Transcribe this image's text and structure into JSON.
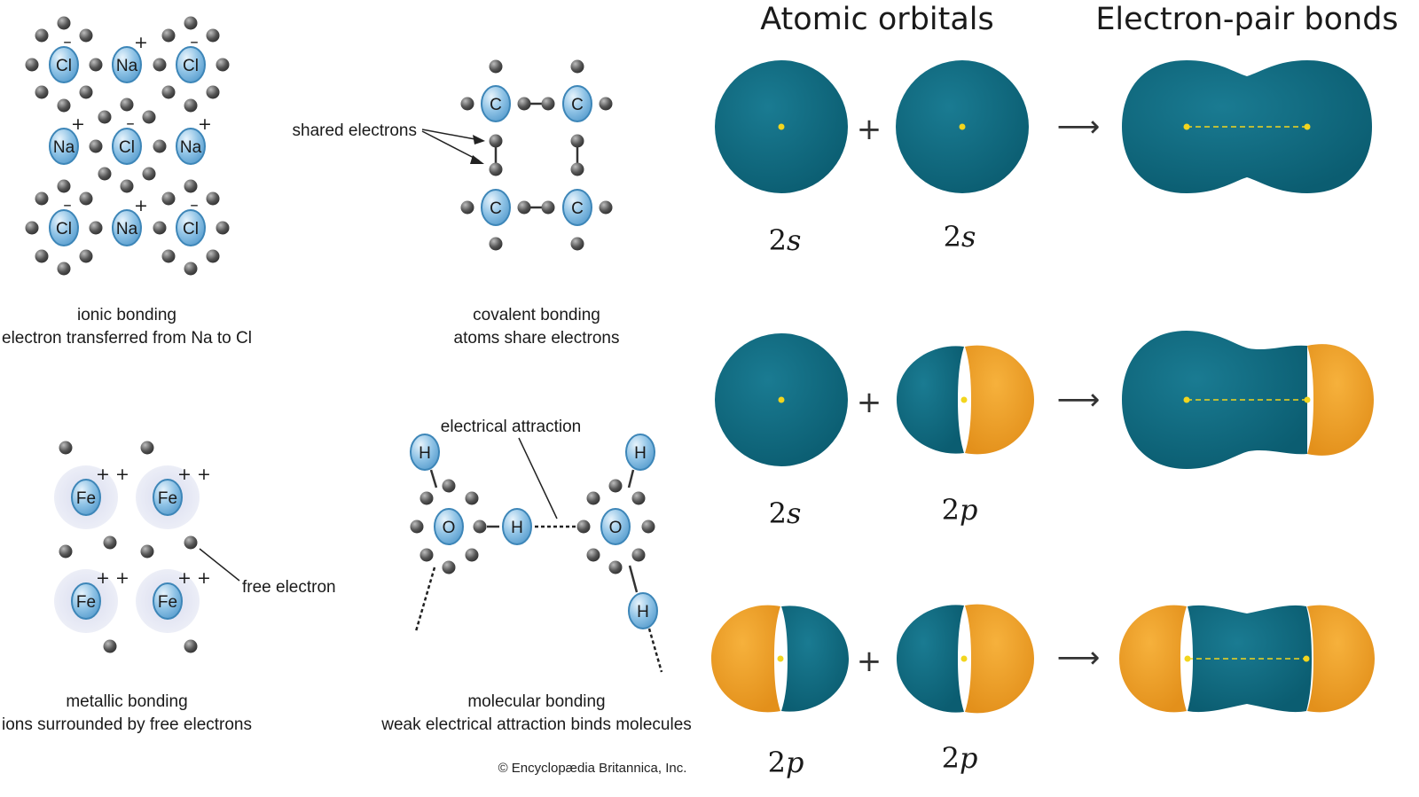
{
  "panels": {
    "ionic": {
      "line1": "ionic bonding",
      "line2": "electron transferred from Na to Cl",
      "atoms": [
        {
          "label": "Cl",
          "charge": "–"
        },
        {
          "label": "Na",
          "charge": "+"
        },
        {
          "label": "Cl",
          "charge": "–"
        },
        {
          "label": "Na",
          "charge": "+"
        },
        {
          "label": "Cl",
          "charge": "–"
        },
        {
          "label": "Na",
          "charge": "+"
        },
        {
          "label": "Cl",
          "charge": "–"
        },
        {
          "label": "Na",
          "charge": "+"
        },
        {
          "label": "Cl",
          "charge": "–"
        }
      ]
    },
    "covalent": {
      "line1": "covalent bonding",
      "line2": "atoms share electrons",
      "callout": "shared electrons",
      "atoms": [
        "C",
        "C",
        "C",
        "C"
      ]
    },
    "metallic": {
      "line1": "metallic bonding",
      "line2": "ions surrounded by free electrons",
      "callout": "free electron",
      "atoms": [
        {
          "label": "Fe",
          "charge": "+ +"
        },
        {
          "label": "Fe",
          "charge": "+ +"
        },
        {
          "label": "Fe",
          "charge": "+ +"
        },
        {
          "label": "Fe",
          "charge": "+ +"
        }
      ]
    },
    "molecular": {
      "line1": "molecular bonding",
      "line2": "weak electrical attraction binds molecules",
      "callout": "electrical attraction",
      "atoms": {
        "h1": "H",
        "h2": "H",
        "h3": "H",
        "h4": "H",
        "o1": "O",
        "o2": "O"
      }
    }
  },
  "orbitals": {
    "heading_left": "Atomic orbitals",
    "heading_right": "Electron-pair bonds",
    "plus_symbol": "+",
    "arrow_symbol": "⟶",
    "rows": [
      {
        "a_num": "2",
        "a_letter": "s",
        "b_num": "2",
        "b_letter": "s"
      },
      {
        "a_num": "2",
        "a_letter": "s",
        "b_num": "2",
        "b_letter": "p"
      },
      {
        "a_num": "2",
        "a_letter": "p",
        "b_num": "2",
        "b_letter": "p"
      }
    ]
  },
  "copyright": "© Encyclopædia Britannica, Inc.",
  "colors": {
    "teal": "#0f6a80",
    "orange": "#f0a126",
    "nucleus": "#f2d51e",
    "atom_fill": "#8fc3e6",
    "atom_stroke": "#3d86b8",
    "electron": "#4d4d4d",
    "halo": "#e3e5f3"
  }
}
